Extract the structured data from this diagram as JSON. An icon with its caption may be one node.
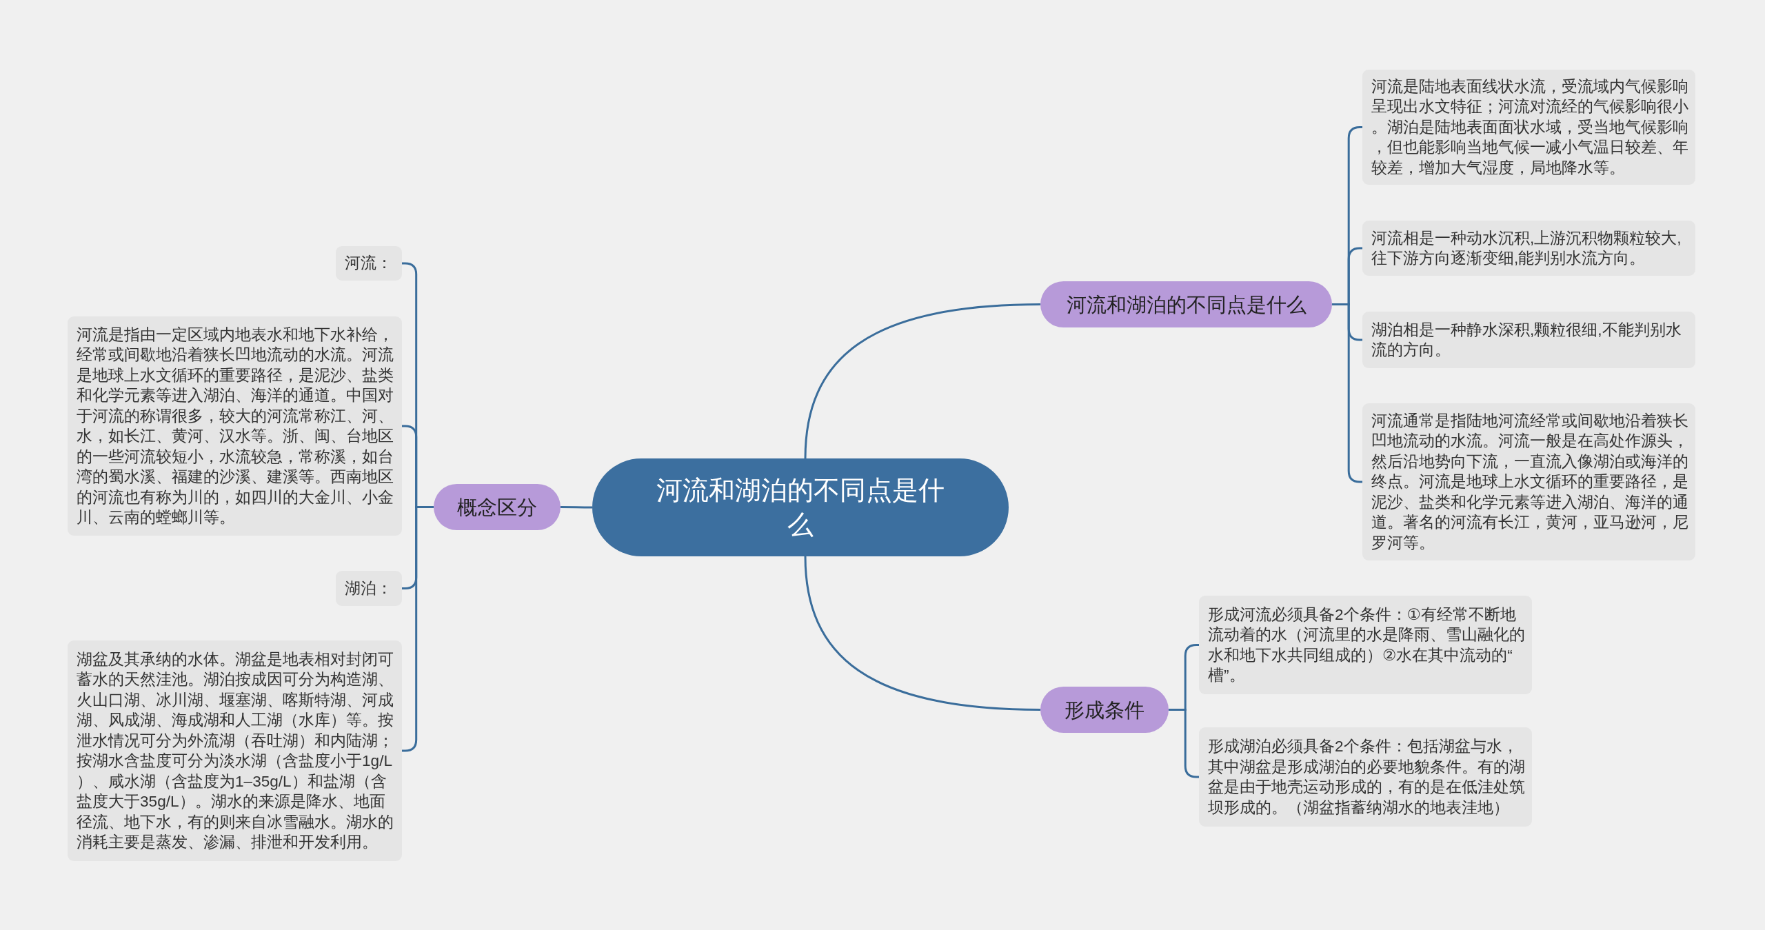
{
  "diagram": {
    "nodes": [
      {
        "text": [
          "河流和湖泊的不同点是什么"
        ]
      },
      {
        "text": [
          "河流和湖泊的不同点是什么"
        ]
      },
      {
        "text": [
          "河流是陆地表面线状水流，受流域内气候影响呈现出水文特征；河流对流经的气候影响很小。湖泊是陆地表面面状水域，受当地气候影响，但也能影响当地气候一减小气温日较差、年较差，增加大气湿度，局地降水等。"
        ]
      },
      {
        "text": [
          "河流相是一种动水沉积,上游沉积物颗粒较大,往下游方向逐渐变细,能判别水流方向。"
        ]
      },
      {
        "text": [
          "湖泊相是一种静水深积,颗粒很细,不能判别水流的方向。"
        ]
      },
      {
        "text": [
          "河流通常是指陆地河流经常或间歇地沿着狭长凹地流动的水流。河流一般是在高处作源头，然后沿地势向下流，一直流入像湖泊或海洋的终点。河流是地球上水文循环的重要路径，是泥沙、盐类和化学元素等进入湖泊、海洋的通道。著名的河流有长江，黄河，亚马逊河，尼罗河等。"
        ]
      },
      {
        "text": [
          "形成条件"
        ]
      },
      {
        "text": [
          "形成河流必须具备2个条件：①有经常不断地流动着的水（河流里的水是降雨、雪山融化的水和地下水共同组成的）②水在其中流动的“槽”。"
        ]
      },
      {
        "text": [
          "形成湖泊必须具备2个条件：包括湖盆与水，其中湖盆是形成湖泊的必要地貌条件。有的湖盆是由于地壳运动形成的，有的是在低洼处筑坝形成的。（湖盆指蓄纳湖水的地表洼地）"
        ]
      },
      {
        "text": [
          "概念区分"
        ]
      },
      {
        "text": [
          "河流："
        ]
      },
      {
        "text": [
          "河流是指由一定区域内地表水和地下水补给，经常或间歇地沿着狭长凹地流动的水流。河流是地球上水文循环的重要路径，是泥沙、盐类和化学元素等进入湖泊、海洋的通道。中国对于河流的称谓很多，较大的河流常称江、河、水，如长江、黄河、汉水等。浙、闽、台地区的一些河流较短小，水流较急，常称溪，如台湾的蜀水溪、福建的沙溪、建溪等。西南地区的河流也有称为川的，如四川的大金川、小金川、云南的螳螂川等。"
        ]
      },
      {
        "text": [
          "湖泊："
        ]
      },
      {
        "text": [
          "湖盆及其承纳的水体。湖盆是地表相对封闭可蓄水的天然洼池。湖泊按成因可分为构造湖、火山口湖、冰川湖、堰塞湖、喀斯特湖、河成湖、风成湖、海成湖和人工湖（水库）等。按泄水情况可分为外流湖（吞吐湖）和内陆湖；按湖水含盐度可分为淡水湖（含盐度小于1g/L）、咸水湖（含盐度为1–35g/L）和盐湖（含盐度大于35g/L）。湖水的来源是降水、地面径流、地下水，有的则来自冰雪融水。湖水的消耗主要是蒸发、渗漏、排泄和开发利用。"
        ]
      }
    ],
    "edges": [
      {
        "from": 0,
        "to": 1,
        "arrow": "none"
      },
      {
        "from": 1,
        "to": 2,
        "arrow": "none"
      },
      {
        "from": 1,
        "to": 3,
        "arrow": "none"
      },
      {
        "from": 1,
        "to": 4,
        "arrow": "none"
      },
      {
        "from": 1,
        "to": 5,
        "arrow": "none"
      },
      {
        "from": 0,
        "to": 6,
        "arrow": "none"
      },
      {
        "from": 6,
        "to": 7,
        "arrow": "none"
      },
      {
        "from": 6,
        "to": 8,
        "arrow": "none"
      },
      {
        "from": 0,
        "to": 9,
        "arrow": "none"
      },
      {
        "from": 9,
        "to": 10,
        "arrow": "none"
      },
      {
        "from": 9,
        "to": 11,
        "arrow": "none"
      },
      {
        "from": 9,
        "to": 12,
        "arrow": "none"
      },
      {
        "from": 9,
        "to": 13,
        "arrow": "none"
      }
    ]
  }
}
